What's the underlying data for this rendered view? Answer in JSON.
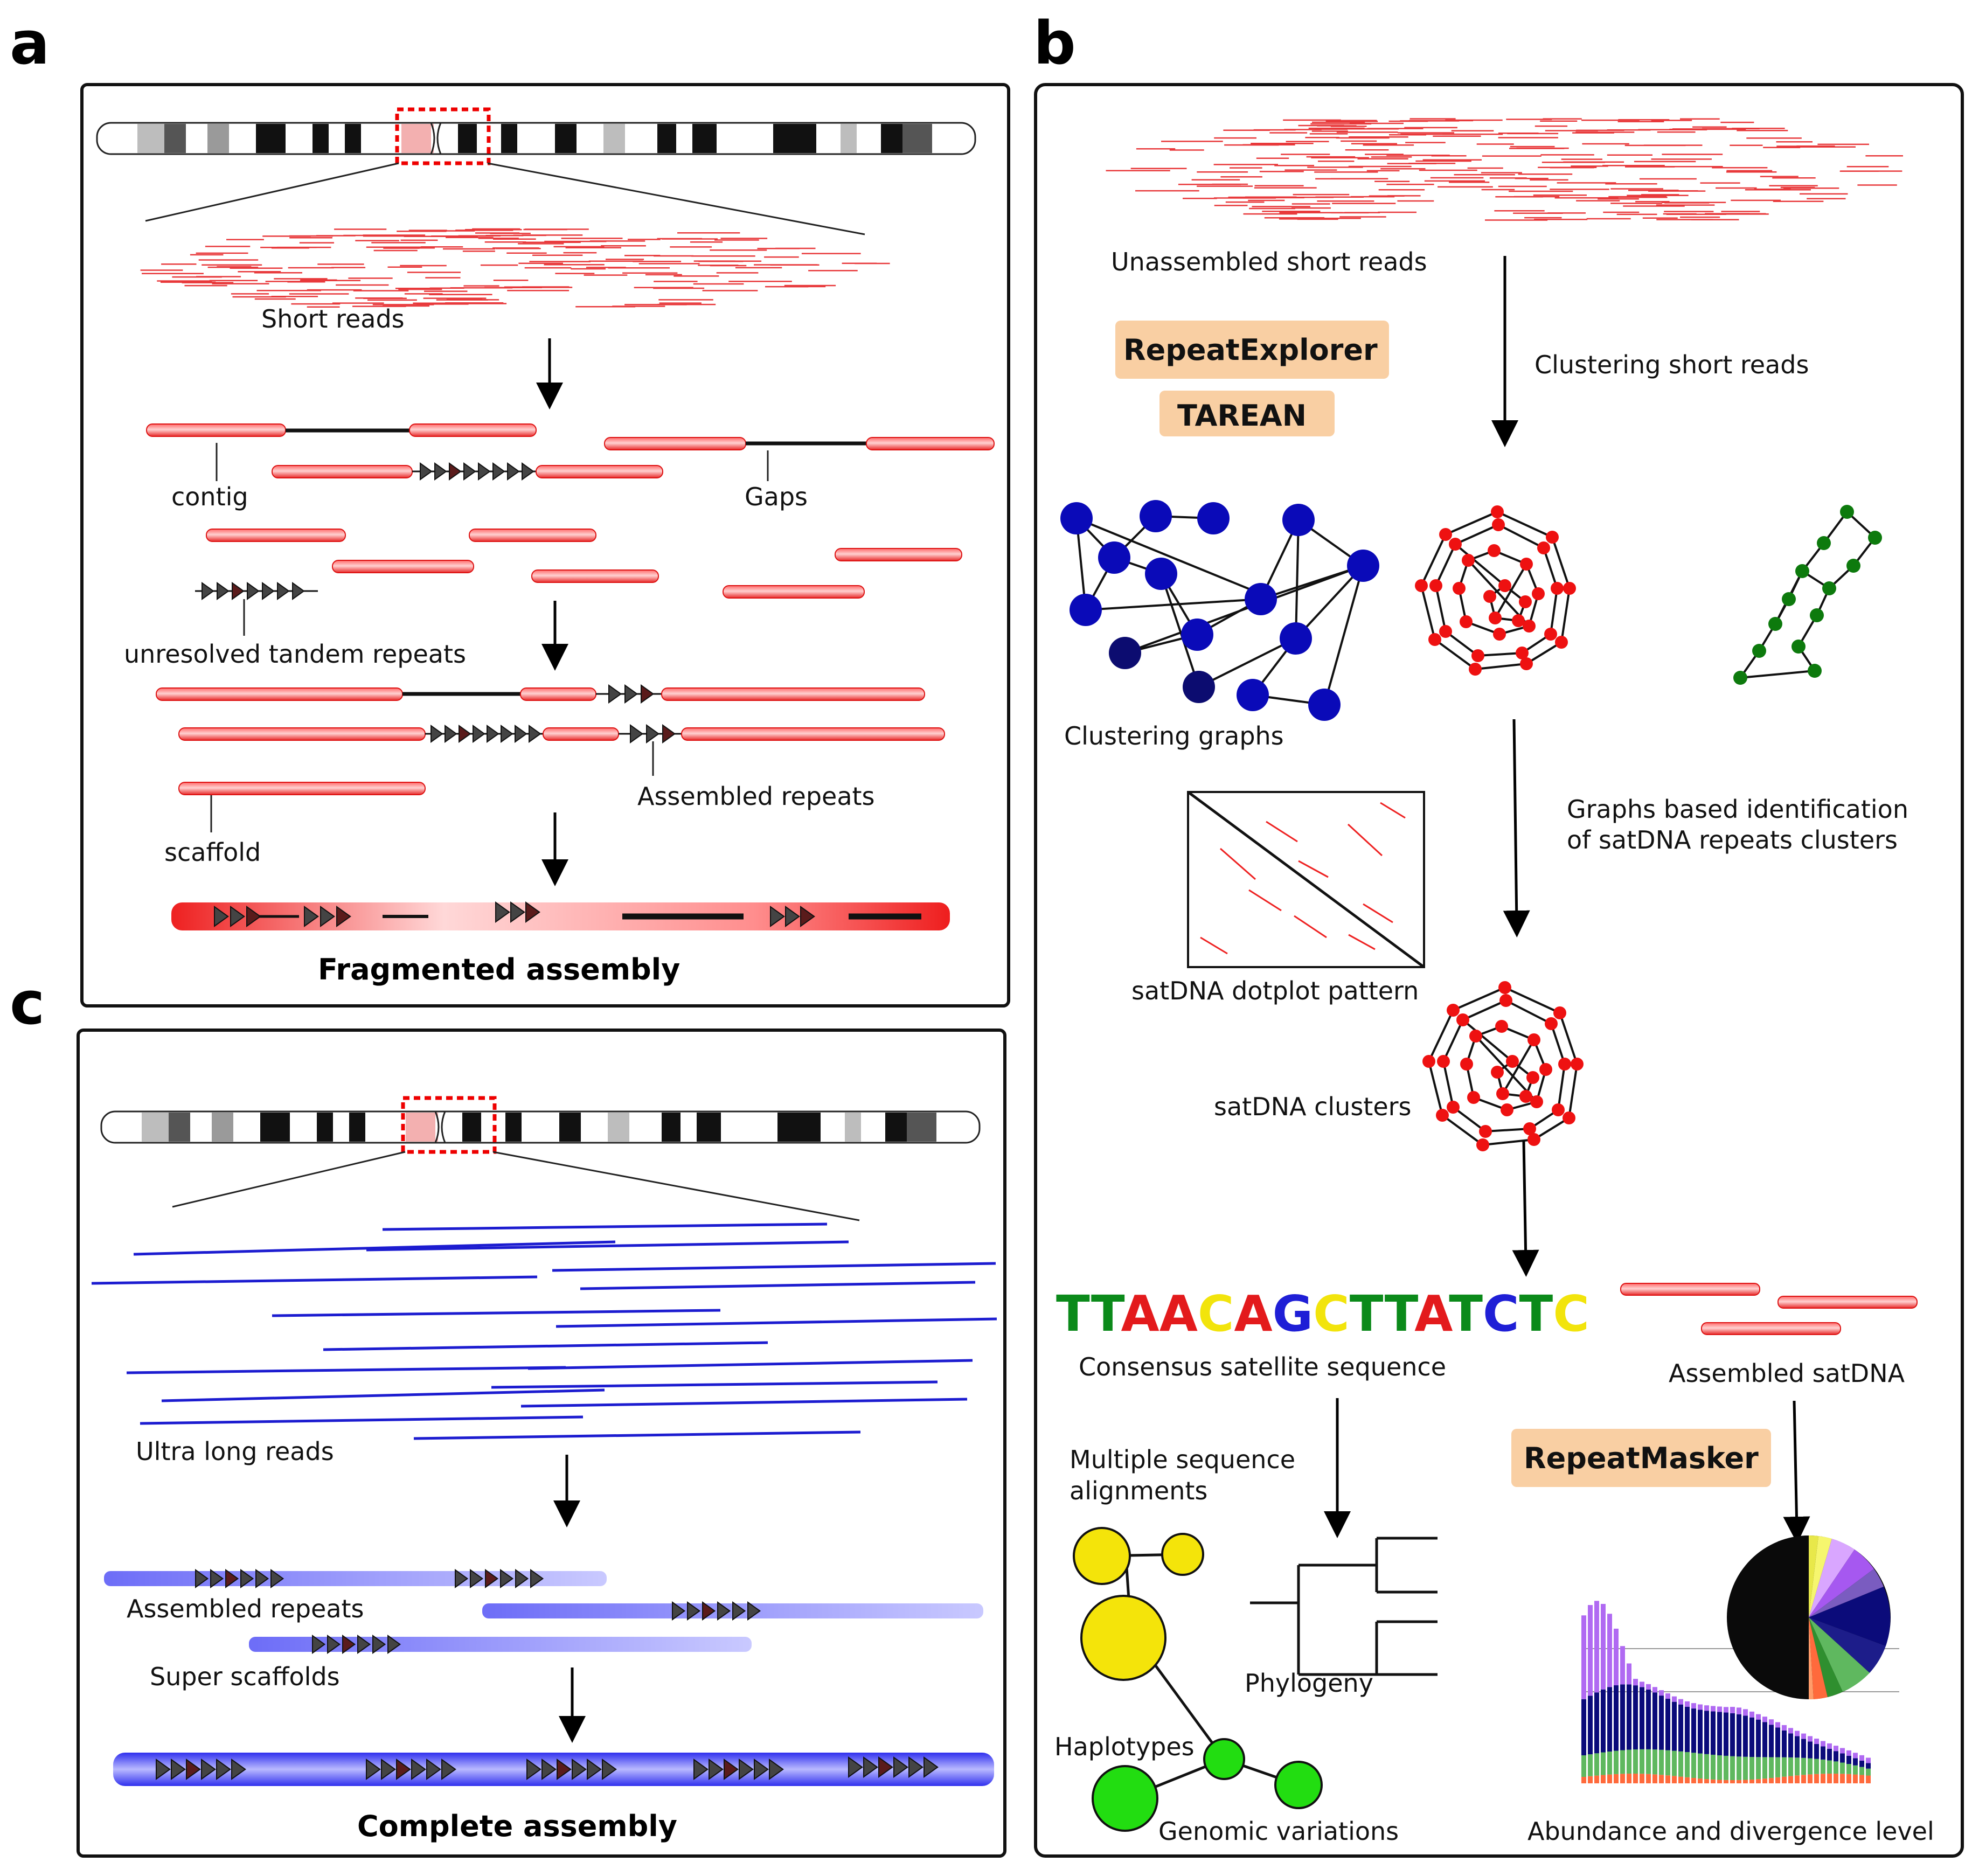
{
  "panels": {
    "a": {
      "letter": "a",
      "short_reads": "Short reads",
      "contig": "contig",
      "gaps": "Gaps",
      "unresolved": "unresolved tandem repeats",
      "assembled_repeats": "Assembled repeats",
      "scaffold": "scaffold",
      "result": "Fragmented assembly"
    },
    "b": {
      "letter": "b",
      "unassembled": "Unassembled short reads",
      "tool_repeatexplorer": "RepeatExplorer",
      "tool_tarean": "TAREAN",
      "clustering_step": "Clustering short reads",
      "clustering_graphs": "Clustering graphs",
      "graph_ident_1": "Graphs based identification",
      "graph_ident_2": "of satDNA repeats clusters",
      "dotplot": "satDNA dotplot pattern",
      "clusters": "satDNA clusters",
      "consensus_label": "Consensus satellite sequence",
      "assembled_satdna": "Assembled satDNA",
      "tool_repeatmasker": "RepeatMasker",
      "msa_1": "Multiple sequence",
      "msa_2": "alignments",
      "phylogeny": "Phylogeny",
      "haplotypes": "Haplotypes",
      "genomic_variations": "Genomic variations",
      "abundance": "Abundance and divergence level"
    },
    "c": {
      "letter": "c",
      "ultra_long": "Ultra long reads",
      "assembled_repeats": "Assembled repeats",
      "super_scaffolds": "Super scaffolds",
      "result": "Complete assembly"
    }
  },
  "consensus_sequence": [
    {
      "letter": "T",
      "color": "#0b8a1a"
    },
    {
      "letter": "T",
      "color": "#0b8a1a"
    },
    {
      "letter": "A",
      "color": "#e31a1c"
    },
    {
      "letter": "A",
      "color": "#e31a1c"
    },
    {
      "letter": "C",
      "color": "#f2e40c"
    },
    {
      "letter": "A",
      "color": "#e31a1c"
    },
    {
      "letter": "G",
      "color": "#1f1fd6"
    },
    {
      "letter": "C",
      "color": "#f2e40c"
    },
    {
      "letter": "T",
      "color": "#0b8a1a"
    },
    {
      "letter": "T",
      "color": "#0b8a1a"
    },
    {
      "letter": "A",
      "color": "#e31a1c"
    },
    {
      "letter": "T",
      "color": "#0b8a1a"
    },
    {
      "letter": "C",
      "color": "#1f1fd6"
    },
    {
      "letter": "T",
      "color": "#0b8a1a"
    },
    {
      "letter": "C",
      "color": "#f2e40c"
    }
  ],
  "colors": {
    "read_red": "#e8393b",
    "read_blue": "#1c1cd0",
    "tool_bg": "#f9cfa3",
    "node_blue": "#0a0ab8",
    "node_red": "#ee1111",
    "node_green": "#0d7a0d",
    "haplo_yellow": "#f4e40a",
    "haplo_green": "#22dd11"
  }
}
